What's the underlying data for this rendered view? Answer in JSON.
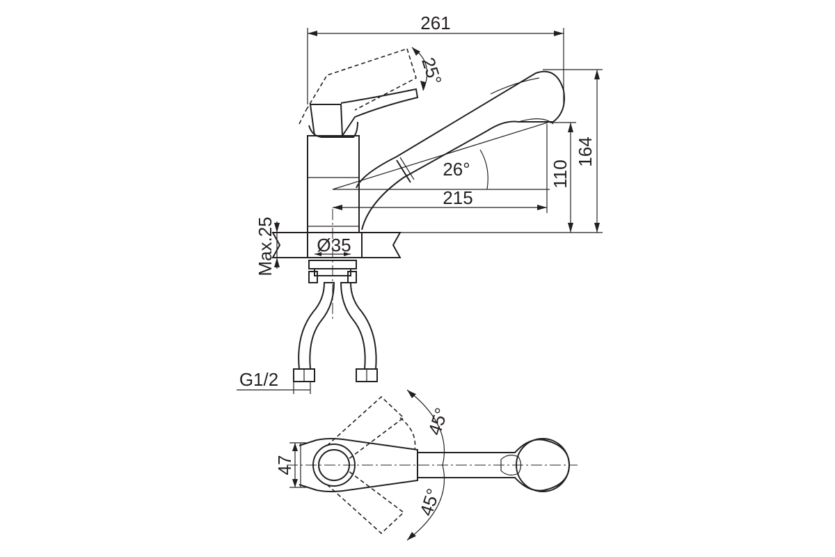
{
  "dimensions": {
    "overall_length": "261",
    "overall_height": "164",
    "spout_height": "110",
    "spout_reach": "215",
    "spout_angle": "26°",
    "lever_angle": "25°",
    "max_thickness": "Max.25",
    "hole_diameter": "Ø35",
    "thread": "G1/2",
    "top_width": "47",
    "swivel_left": "45°",
    "swivel_right": "45°"
  },
  "colors": {
    "line": "#231f20",
    "background": "#ffffff"
  }
}
